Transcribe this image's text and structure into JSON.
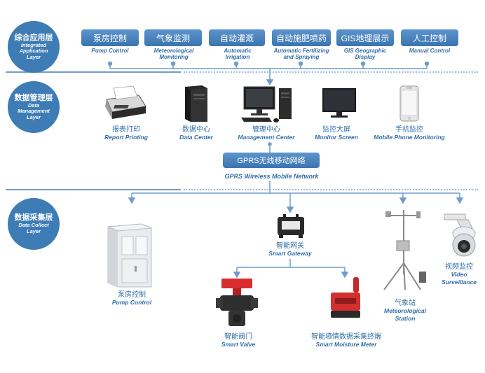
{
  "layers": [
    {
      "cn": "综合应用层",
      "en": "Integrated Application Layer"
    },
    {
      "cn": "数据管理层",
      "en": "Data Management Layer"
    },
    {
      "cn": "数据采集层",
      "en": "Data Collect Layer"
    }
  ],
  "applications": [
    {
      "cn": "泵房控制",
      "en": "Pump Control"
    },
    {
      "cn": "气象监测",
      "en": "Meteorological Monitoring"
    },
    {
      "cn": "自动灌溉",
      "en": "Automatic Irrigation"
    },
    {
      "cn": "自动施肥喷药",
      "en": "Automatic Fertilizing and Spraying"
    },
    {
      "cn": "GIS地理展示",
      "en": "GIS Geographic Display"
    },
    {
      "cn": "人工控制",
      "en": "Manual Control"
    }
  ],
  "management": [
    {
      "cn": "报表打印",
      "en": "Report Printing",
      "icon": "printer-icon"
    },
    {
      "cn": "数据中心",
      "en": "Data Center",
      "icon": "server-tower-icon"
    },
    {
      "cn": "管理中心",
      "en": "Management Center",
      "icon": "desktop-computer-icon"
    },
    {
      "cn": "监控大屏",
      "en": "Monitor Screen",
      "icon": "tv-screen-icon"
    },
    {
      "cn": "手机监控",
      "en": "Mobile Phone Monitoring",
      "icon": "smartphone-icon"
    }
  ],
  "network": {
    "cn": "GPRS无线移动网络",
    "en": "GPRS Wireless Mobile Network"
  },
  "collect": {
    "pump": {
      "cn": "泵房控制",
      "en": "Pump Control",
      "icon": "pump-cabinet-icon"
    },
    "gateway": {
      "cn": "智能网关",
      "en": "Smart Gateway",
      "icon": "gateway-icon"
    },
    "valve": {
      "cn": "智能阀门",
      "en": "Smart Valve",
      "icon": "valve-icon"
    },
    "moisture": {
      "cn": "智能墒情数据采集终端",
      "en": "Smart Moisture Meter",
      "icon": "moisture-meter-icon"
    },
    "weather": {
      "cn": "气象站",
      "en": "Meteorological Station",
      "icon": "weather-station-icon"
    },
    "video": {
      "cn": "视频监控",
      "en": "Video Surveillance",
      "icon": "dome-camera-icon"
    }
  },
  "colors": {
    "accent": "#3d7cb5",
    "text": "#2f6ea8",
    "line": "#6f9ccd"
  }
}
